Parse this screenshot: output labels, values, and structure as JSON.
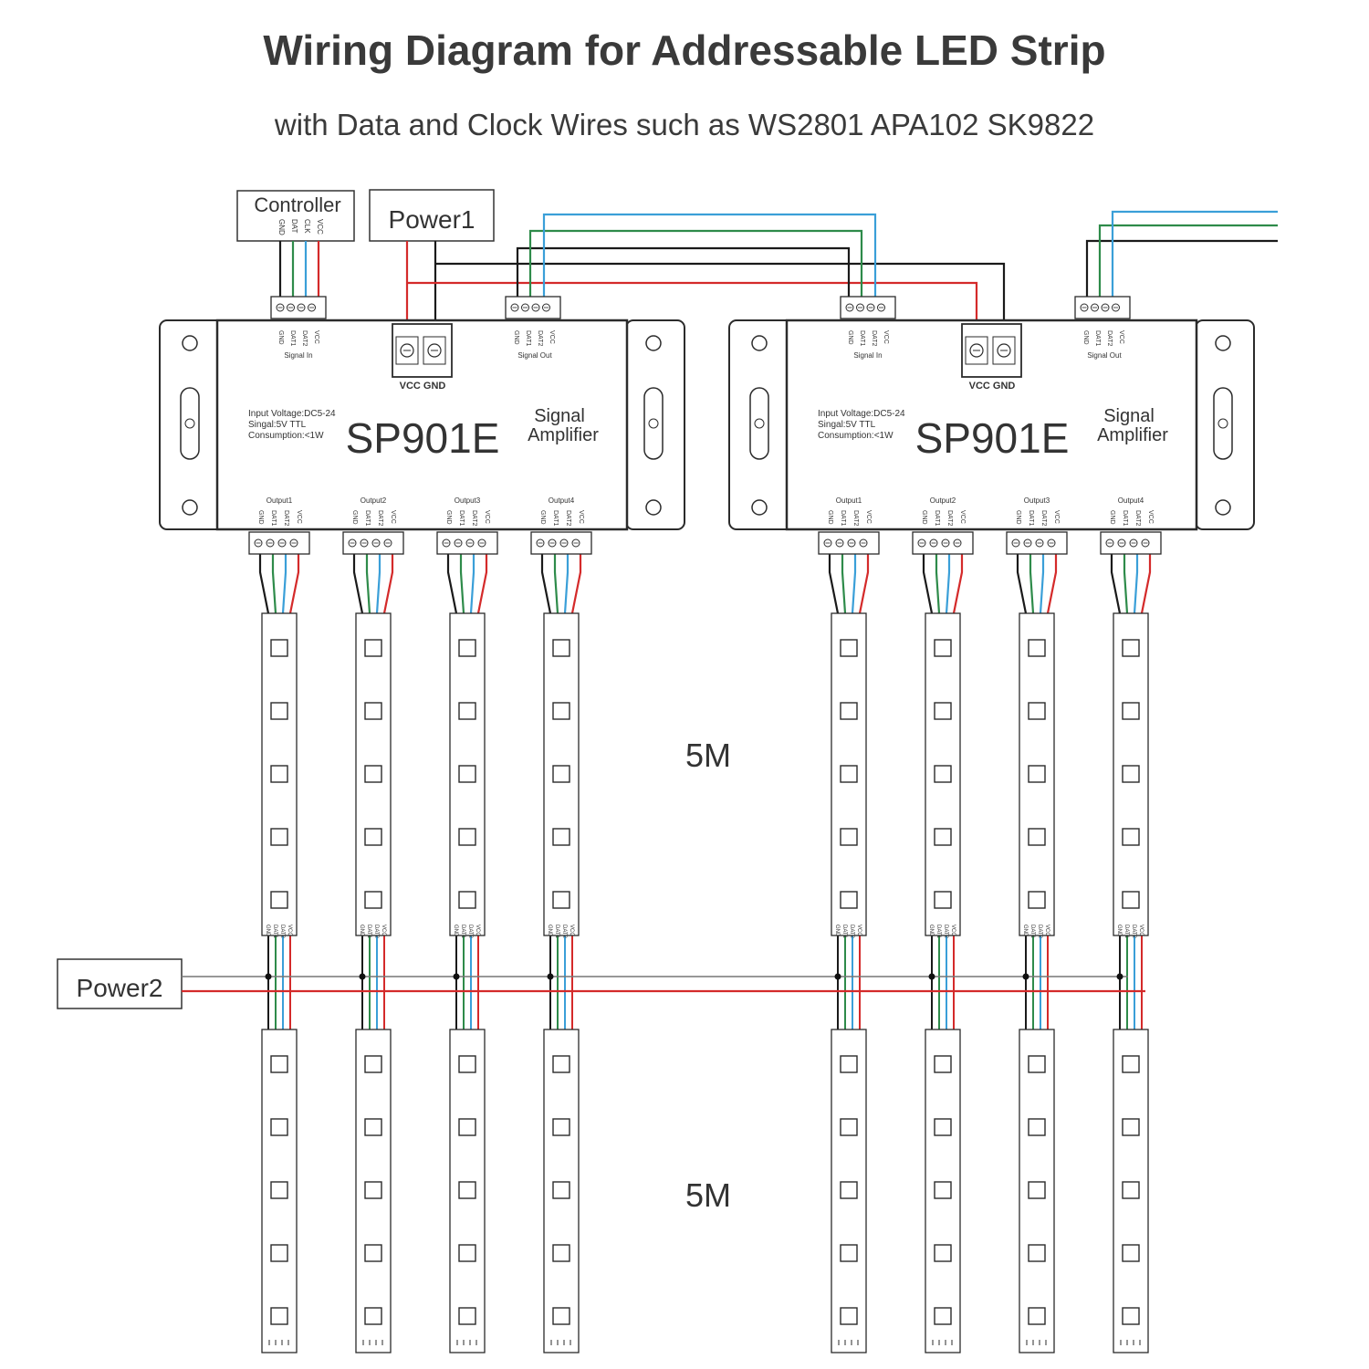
{
  "title": "Wiring Diagram for Addressable LED Strip",
  "subtitle": "with Data and Clock Wires such as WS2801 APA102 SK9822",
  "controller": {
    "label": "Controller",
    "pins": [
      "VCC",
      "CLK",
      "DAT",
      "GND"
    ]
  },
  "power1": {
    "label": "Power1"
  },
  "power2": {
    "label": "Power2"
  },
  "amplifier": {
    "model": "SP901E",
    "name_line1": "Signal",
    "name_line2": "Amplifier",
    "spec_line1": "Input Voltage:DC5-24",
    "spec_line2": "Singal:5V TTL",
    "spec_line3": "Consumption:<1W",
    "signal_in": "Signal In",
    "signal_out": "Signal Out",
    "signal_pins": [
      "GND",
      "DAT1",
      "DAT2",
      "VCC"
    ],
    "power_terminal": "VCC GND",
    "outputs": [
      "Output1",
      "Output2",
      "Output3",
      "Output4"
    ],
    "output_pins": [
      "GND",
      "DAT1",
      "DAT2",
      "VCC"
    ]
  },
  "strip_pins": [
    "GND",
    "DAT1",
    "DAT2",
    "VCC"
  ],
  "length_top": "5M",
  "length_bottom": "5M",
  "colors": {
    "wire_black": "#1a1a1a",
    "wire_green": "#2e8b4a",
    "wire_blue": "#3a9fd8",
    "wire_red": "#d42a2a",
    "outline": "#2b2b2b"
  }
}
